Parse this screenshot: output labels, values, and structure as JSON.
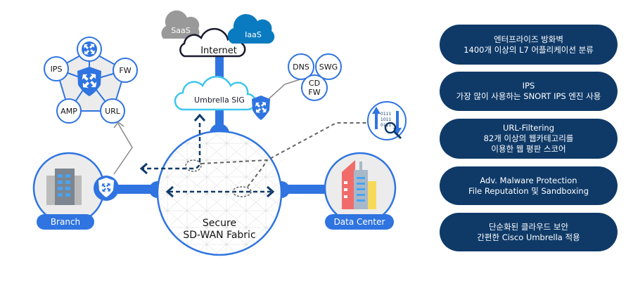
{
  "diagram": {
    "clouds": {
      "saas": "SaaS",
      "iaas": "IaaS",
      "internet": "Internet",
      "umbrella": "Umbrella SIG"
    },
    "security_functions": {
      "dns": "DNS",
      "swg": "SWG",
      "cdfw_line1": "CD",
      "cdfw_line2": "FW"
    },
    "pentagon": {
      "ips": "IPS",
      "fw": "FW",
      "amp": "AMP",
      "url": "URL"
    },
    "branch_label": "Branch",
    "datacenter_label": "Data Center",
    "fabric_line1": "Secure",
    "fabric_line2": "SD-WAN Fabric",
    "binary_lines": [
      "0111",
      "1011",
      "0111"
    ],
    "colors": {
      "navy": "#0f3a68",
      "blue": "#2f74e0",
      "gray_cloud": "#9a9a9a",
      "iaas_blue": "#0a7bc0",
      "cyan": "#3fc6ee"
    }
  },
  "features": [
    {
      "lines": [
        "엔터프라이즈 방화벽",
        "1400개 이상의 L7 어플리케이션 분류"
      ]
    },
    {
      "lines": [
        "IPS",
        "가장 많이 사용하는 SNORT IPS 엔진 사용"
      ]
    },
    {
      "lines": [
        "URL-Filtering",
        "82개 이상의 웹카테고리를",
        "이용한 웹 평판 스코어"
      ]
    },
    {
      "lines": [
        "Adv. Malware Protection",
        "File Reputation 및 Sandboxing"
      ]
    },
    {
      "lines": [
        "단순화된 클라우드 보안",
        "간편한 Cisco Umbrella 적용"
      ]
    }
  ]
}
